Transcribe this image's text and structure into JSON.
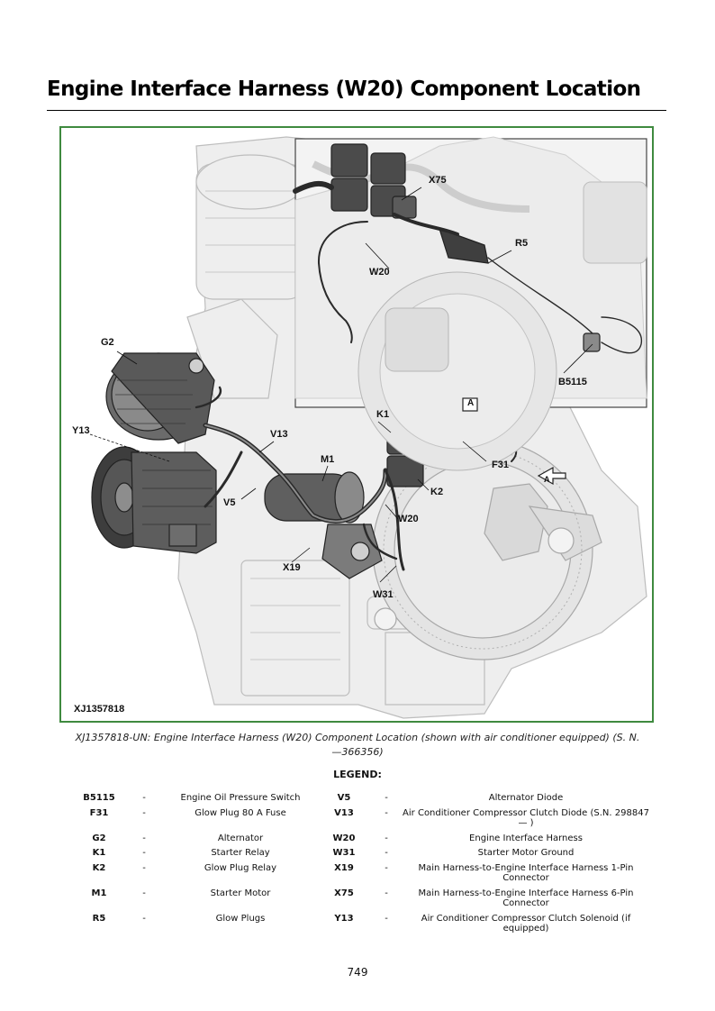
{
  "document": {
    "title": "Engine Interface Harness (W20) Component Location",
    "figure_id": "XJ1357818",
    "caption": "XJ1357818-UN: Engine Interface Harness (W20) Component Location (shown with air conditioner equipped) (S. N. —366356)",
    "legend_title": "LEGEND:",
    "page_number": "749"
  },
  "figure": {
    "callouts": {
      "g2": "G2",
      "y13": "Y13",
      "v13": "V13",
      "m1": "M1",
      "v5": "V5",
      "x19": "X19",
      "w31": "W31",
      "w20_main": "W20",
      "k1": "K1",
      "k2": "K2",
      "f31": "F31",
      "a_ref": "A",
      "a_view": "A",
      "x75": "X75",
      "r5": "R5",
      "w20_inset": "W20",
      "b5115": "B5115"
    }
  },
  "legend": {
    "rows": [
      {
        "left": {
          "code": "B5115",
          "dash": "-",
          "desc": "Engine Oil Pressure Switch"
        },
        "right": {
          "code": "V5",
          "dash": "-",
          "desc": "Alternator Diode"
        }
      },
      {
        "left": {
          "code": "F31",
          "dash": "-",
          "desc": "Glow Plug 80 A Fuse"
        },
        "right": {
          "code": "V13",
          "dash": "-",
          "desc": "Air Conditioner Compressor Clutch Diode (S.N. 298847— )"
        }
      },
      {
        "left": {
          "code": "G2",
          "dash": "-",
          "desc": "Alternator"
        },
        "right": {
          "code": "W20",
          "dash": "-",
          "desc": "Engine Interface Harness"
        }
      },
      {
        "left": {
          "code": "K1",
          "dash": "-",
          "desc": "Starter Relay"
        },
        "right": {
          "code": "W31",
          "dash": "-",
          "desc": "Starter Motor Ground"
        }
      },
      {
        "left": {
          "code": "K2",
          "dash": "-",
          "desc": "Glow Plug Relay"
        },
        "right": {
          "code": "X19",
          "dash": "-",
          "desc": "Main Harness-to-Engine Interface Harness 1-Pin Connector"
        }
      },
      {
        "left": {
          "code": "M1",
          "dash": "-",
          "desc": "Starter Motor"
        },
        "right": {
          "code": "X75",
          "dash": "-",
          "desc": "Main Harness-to-Engine Interface Harness 6-Pin Connector"
        }
      },
      {
        "left": {
          "code": "R5",
          "dash": "-",
          "desc": "Glow Plugs"
        },
        "right": {
          "code": "Y13",
          "dash": "-",
          "desc": "Air Conditioner Compressor Clutch Solenoid (if equipped)"
        }
      }
    ]
  }
}
